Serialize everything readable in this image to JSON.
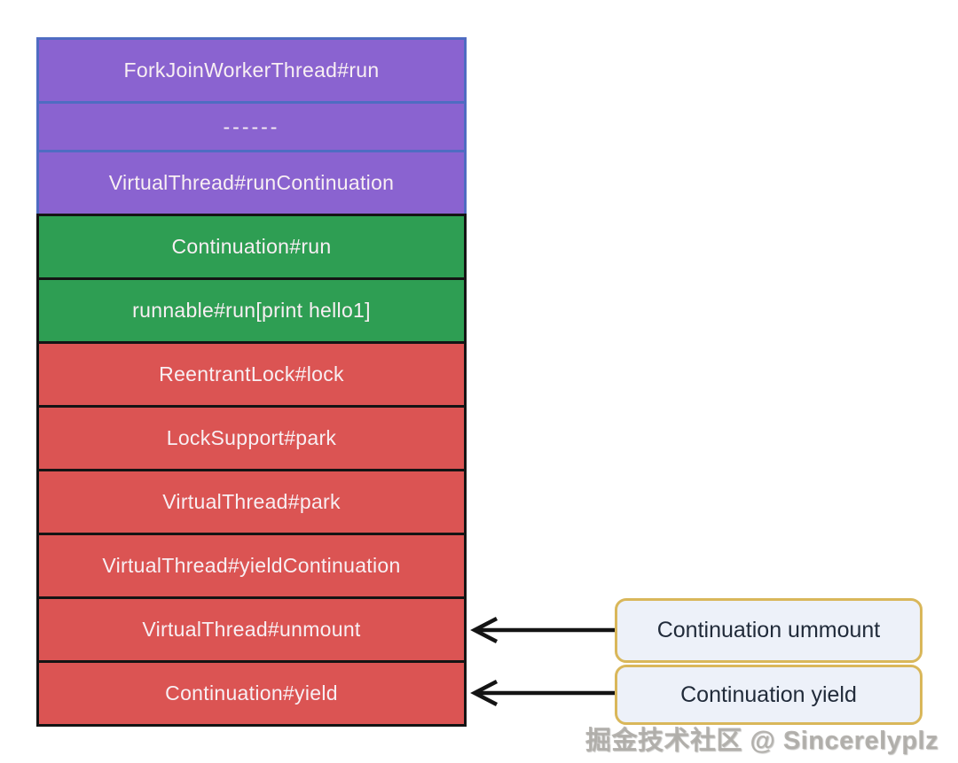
{
  "stack": {
    "frames": [
      {
        "label": "ForkJoinWorkerThread#run",
        "group": "platform-thread",
        "color": "#8a63d0"
      },
      {
        "label": "------",
        "group": "platform-thread",
        "color": "#8a63d0"
      },
      {
        "label": "VirtualThread#runContinuation",
        "group": "platform-thread",
        "color": "#8a63d0"
      },
      {
        "label": "Continuation#run",
        "group": "continuation",
        "color": "#2e9e53"
      },
      {
        "label": "runnable#run[print hello1]",
        "group": "continuation",
        "color": "#2e9e53"
      },
      {
        "label": "ReentrantLock#lock",
        "group": "parking",
        "color": "#db5453"
      },
      {
        "label": "LockSupport#park",
        "group": "parking",
        "color": "#db5453"
      },
      {
        "label": "VirtualThread#park",
        "group": "parking",
        "color": "#db5453"
      },
      {
        "label": "VirtualThread#yieldContinuation",
        "group": "parking",
        "color": "#db5453"
      },
      {
        "label": "VirtualThread#unmount",
        "group": "parking",
        "color": "#db5453"
      },
      {
        "label": "Continuation#yield",
        "group": "parking",
        "color": "#db5453"
      }
    ]
  },
  "callouts": [
    {
      "label": "Continuation ummount",
      "points_to": "VirtualThread#unmount"
    },
    {
      "label": "Continuation yield",
      "points_to": "Continuation#yield"
    }
  ],
  "watermark": "掘金技术社区 @ Sincerelyplz",
  "colors": {
    "purple_fill": "#8a63d0",
    "purple_border": "#4f6cc2",
    "green_fill": "#2e9e53",
    "red_fill": "#db5453",
    "frame_border_dark": "#141414",
    "frame_text": "#f8eff3",
    "callout_fill": "#edf1f9",
    "callout_border": "#d9b75a",
    "callout_text": "#212b3a",
    "arrow": "#141414",
    "watermark_text": "#adaaa6"
  }
}
